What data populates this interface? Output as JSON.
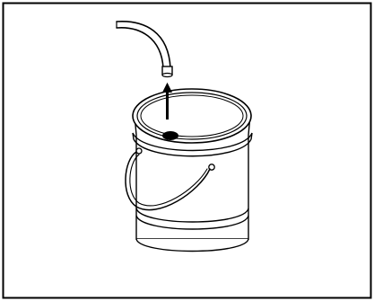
{
  "figure": {
    "kind": "technical-illustration",
    "subject": "pail",
    "elements": {
      "hose": "hose-icon",
      "arrow": "up-arrow-icon",
      "lid": "pail-lid",
      "opening": "lid-opening",
      "bucket": "pail-body",
      "handle": "pail-handle"
    },
    "colors": {
      "stroke": "#000000",
      "fill": "#ffffff"
    }
  }
}
